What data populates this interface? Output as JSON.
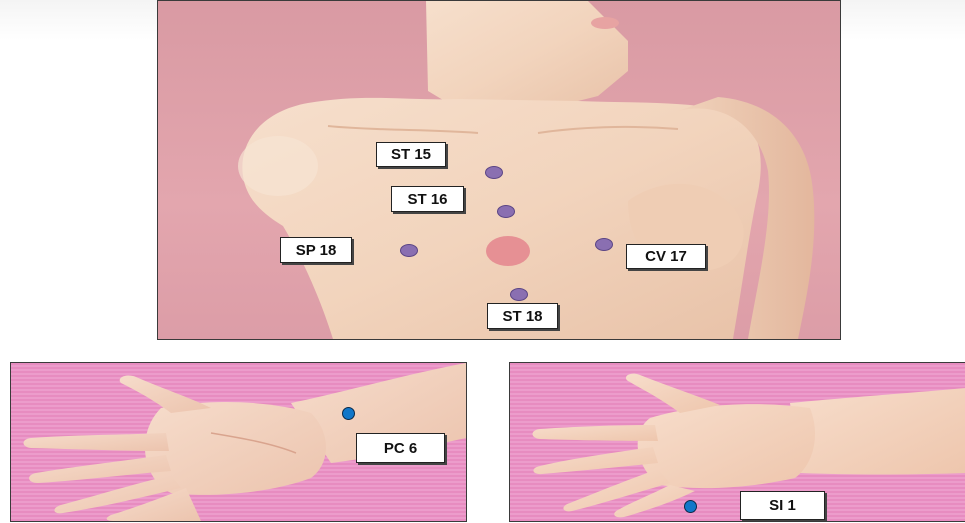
{
  "labels": {
    "st15": "ST 15",
    "st16": "ST 16",
    "sp18": "SP 18",
    "cv17": "CV 17",
    "st18": "ST 18",
    "pc6": "PC 6",
    "si1": "SI 1"
  },
  "colors": {
    "chest_background": "#dca0a8",
    "hand_background": "#e990c4",
    "skin": "#f2d6c0",
    "point_violet": "#8a6fb1",
    "point_blue": "#1177c9"
  }
}
